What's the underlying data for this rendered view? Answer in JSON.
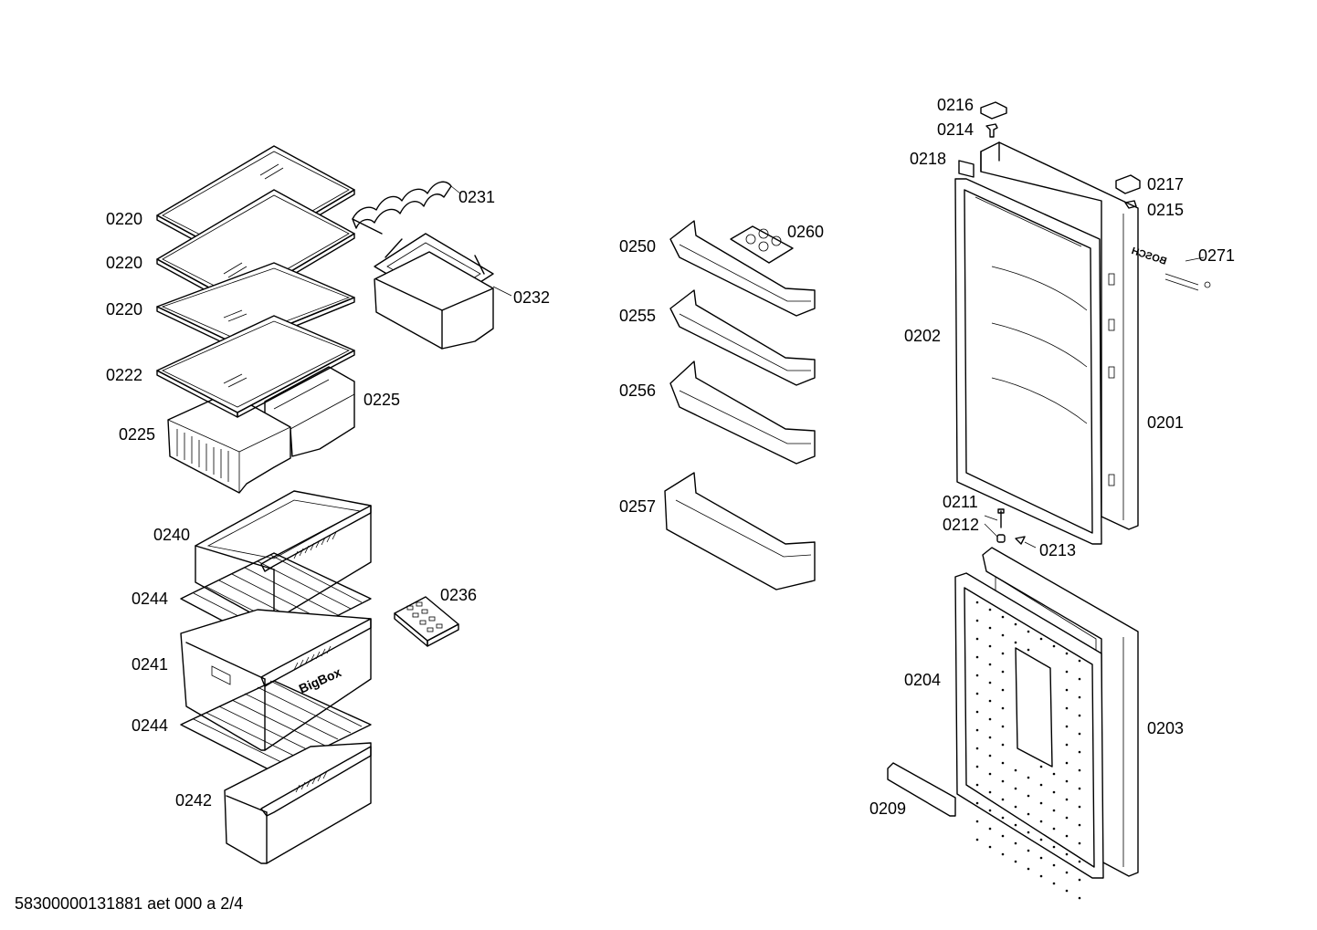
{
  "document_code": "58300000131881 aet 000 a 2/4",
  "brand_label": "BOSCH",
  "drawer_label": "BigBox",
  "parts": [
    {
      "id": "0220"
    },
    {
      "id": "0220"
    },
    {
      "id": "0220"
    },
    {
      "id": "0222"
    },
    {
      "id": "0225"
    },
    {
      "id": "0225"
    },
    {
      "id": "0231"
    },
    {
      "id": "0232"
    },
    {
      "id": "0240"
    },
    {
      "id": "0244"
    },
    {
      "id": "0241"
    },
    {
      "id": "0244"
    },
    {
      "id": "0242"
    },
    {
      "id": "0236"
    },
    {
      "id": "0250"
    },
    {
      "id": "0260"
    },
    {
      "id": "0255"
    },
    {
      "id": "0256"
    },
    {
      "id": "0257"
    },
    {
      "id": "0216"
    },
    {
      "id": "0214"
    },
    {
      "id": "0218"
    },
    {
      "id": "0217"
    },
    {
      "id": "0215"
    },
    {
      "id": "0271"
    },
    {
      "id": "0202"
    },
    {
      "id": "0201"
    },
    {
      "id": "0211"
    },
    {
      "id": "0212"
    },
    {
      "id": "0213"
    },
    {
      "id": "0204"
    },
    {
      "id": "0203"
    },
    {
      "id": "0209"
    }
  ]
}
